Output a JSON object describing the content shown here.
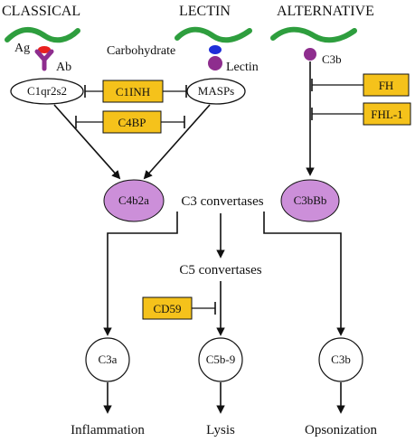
{
  "pathways": {
    "classical": "CLASSICAL",
    "lectin": "LECTIN",
    "alternative": "ALTERNATIVE"
  },
  "labels": {
    "ag": "Ag",
    "ab": "Ab",
    "carbohydrate": "Carbohydrate",
    "lectin": "Lectin",
    "c3b_top": "C3b",
    "c5_convertases": "C5 convertases",
    "c3_convertases": "C3 convertases"
  },
  "nodes": {
    "c1qr2s2": "C1qr2s2",
    "masps": "MASPs",
    "c4b2a": "C4b2a",
    "c3bbb": "C3bBb",
    "c3a": "C3a",
    "c5b9": "C5b-9",
    "c3b": "C3b"
  },
  "inhibitors": {
    "c1inh": "C1INH",
    "c4bp": "C4BP",
    "fh": "FH",
    "fhl1": "FHL-1",
    "cd59": "CD59"
  },
  "outcomes": {
    "inflammation": "Inflammation",
    "lysis": "Lysis",
    "opsonization": "Opsonization"
  },
  "colors": {
    "inhibitor_fill": "#F5C21B",
    "convertase_fill": "#CC8FD9",
    "pathogen_green": "#2E9E3E",
    "antibody_purple": "#8E2D8E",
    "antigen_red": "#E8211F",
    "carbohydrate_blue": "#1F2FD9",
    "lectin_purple": "#8E2D8E"
  }
}
